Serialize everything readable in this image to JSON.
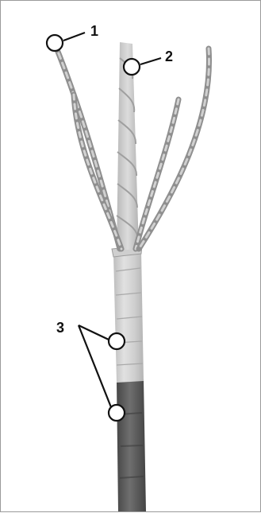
{
  "figure": {
    "callouts": [
      {
        "id": "1",
        "label": "1"
      },
      {
        "id": "2",
        "label": "2"
      },
      {
        "id": "3",
        "label": "3"
      }
    ],
    "colors": {
      "background": "#ffffff",
      "frame": "#9a9a9a",
      "foil_shield": "#c8c8c8",
      "jacket": "#5f5f5f",
      "wire": "#9e9e9e",
      "callout_stroke": "#111111"
    },
    "icons": {
      "callout_marker": "circle-marker-icon"
    }
  }
}
